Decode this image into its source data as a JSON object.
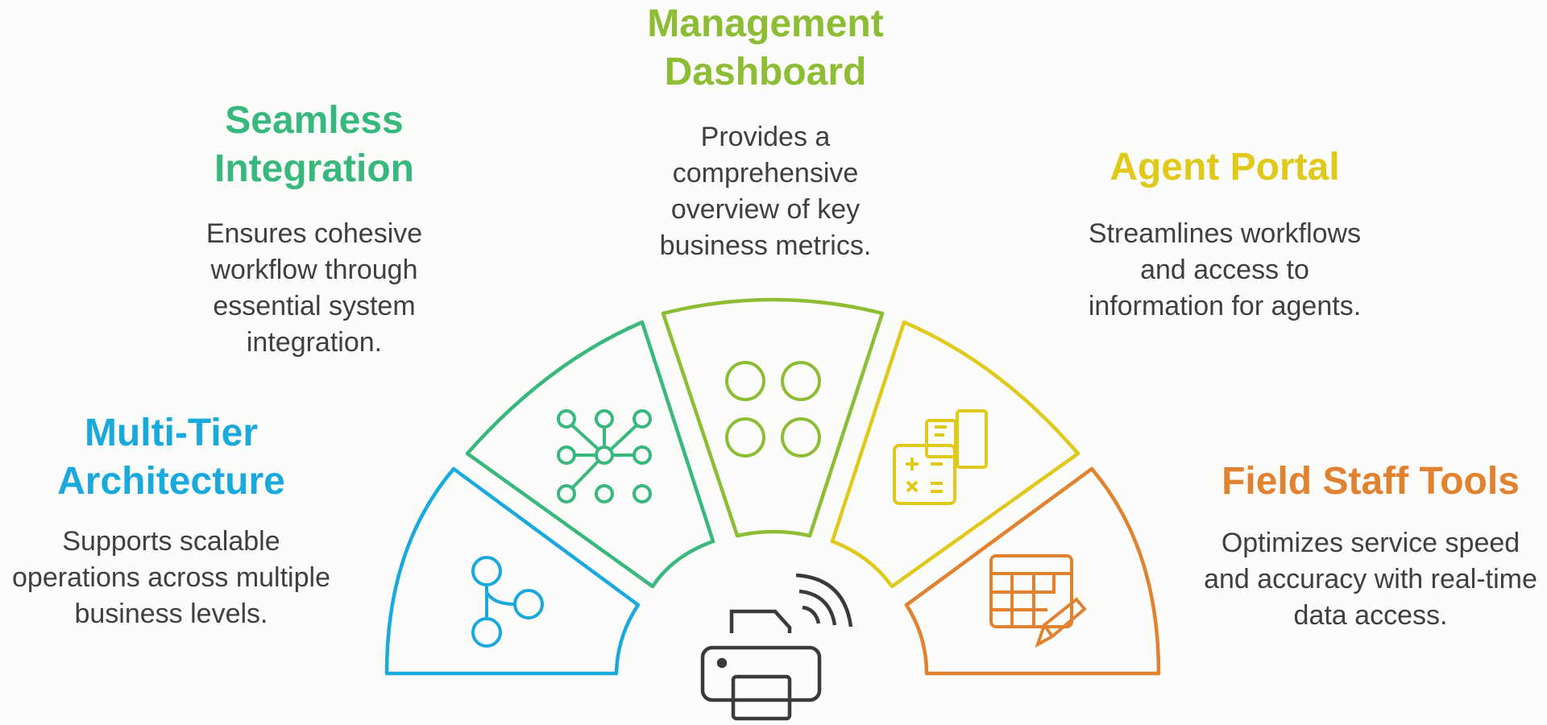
{
  "colors": {
    "multi_tier": "#1aa9dc",
    "seamless": "#38b87d",
    "management": "#8cbd34",
    "agent": "#e0c91a",
    "field": "#e0822f",
    "center": "#3a3a3a",
    "desc_text": "#3f3f3f"
  },
  "sections": {
    "multi_tier": {
      "title": "Multi-Tier Architecture",
      "description": "Supports scalable operations across multiple business levels.",
      "icon": "branch-icon"
    },
    "seamless": {
      "title": "Seamless Integration",
      "description": "Ensures cohesive workflow through essential system integration.",
      "icon": "network-icon"
    },
    "management": {
      "title": "Management Dashboard",
      "description": "Provides a comprehensive overview of key business metrics.",
      "icon": "four-circles-icon"
    },
    "agent": {
      "title": "Agent Portal",
      "description": "Streamlines workflows and access to information for agents.",
      "icon": "calculator-documents-icon"
    },
    "field": {
      "title": "Field Staff Tools",
      "description": "Optimizes service speed and accuracy with real-time data access.",
      "icon": "spreadsheet-pencil-icon"
    }
  },
  "center_icon": "wireless-printer-icon"
}
